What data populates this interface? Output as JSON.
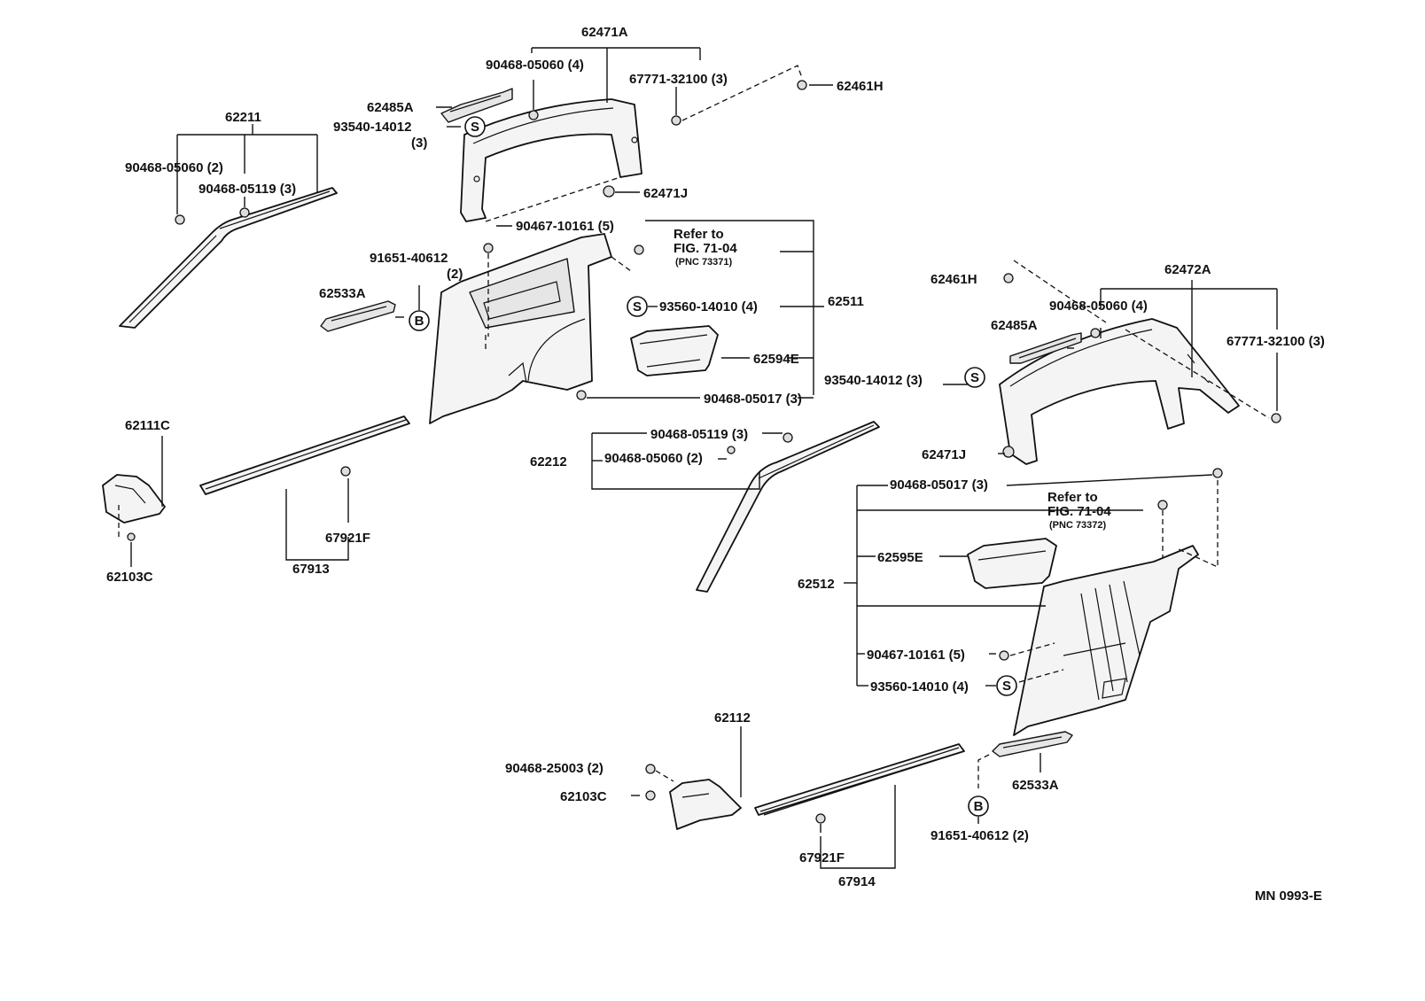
{
  "diagram_code": "MN 0993-E",
  "labels": {
    "p62471A": "62471A",
    "p90468_05060_top": "90468-05060 (4)",
    "p67771_32100_top": "67771-32100 (3)",
    "p62461H_top": "62461H",
    "p62485A_top": "62485A",
    "p93540_14012_top": "93540-14012",
    "p93540_14012_top_qty": "(3)",
    "p62471J_top": "62471J",
    "p62211": "62211",
    "p90468_05060_left": "90468-05060 (2)",
    "p90468_05119_left": "90468-05119 (3)",
    "p90467_10161_top": "90467-10161 (5)",
    "refer_top_1": "Refer to",
    "refer_top_2": "FIG. 71-04",
    "refer_top_3": "(PNC 73371)",
    "p91651_40612_left": "91651-40612",
    "p91651_40612_left_qty": "(2)",
    "p62533A_left": "62533A",
    "p93560_14010_top": "93560-14010 (4)",
    "p62511": "62511",
    "p62594E": "62594E",
    "p90468_05017_top": "90468-05017 (3)",
    "p93540_14012_right": "93540-14012 (3)",
    "p62111C": "62111C",
    "p62103C_left": "62103C",
    "p67921F_left": "67921F",
    "p67913": "67913",
    "p90468_05119_mid": "90468-05119 (3)",
    "p62212": "62212",
    "p90468_05060_mid": "90468-05060 (2)",
    "p62461H_right": "62461H",
    "p62472A": "62472A",
    "p90468_05060_right": "90468-05060 (4)",
    "p67771_32100_right": "67771-32100 (3)",
    "p62485A_right": "62485A",
    "p62471J_right": "62471J",
    "p90468_05017_right": "90468-05017 (3)",
    "refer_right_1": "Refer to",
    "refer_right_2": "FIG. 71-04",
    "refer_right_3": "(PNC 73372)",
    "p62595E": "62595E",
    "p62512": "62512",
    "p90467_10161_right": "90467-10161 (5)",
    "p93560_14010_right": "93560-14010 (4)",
    "p62112": "62112",
    "p90468_25003": "90468-25003 (2)",
    "p62103C_bottom": "62103C",
    "p67921F_bottom": "67921F",
    "p67914": "67914",
    "p62533A_right": "62533A",
    "p91651_40612_right": "91651-40612 (2)"
  },
  "symbols": {
    "screw": "S",
    "bolt": "B"
  }
}
